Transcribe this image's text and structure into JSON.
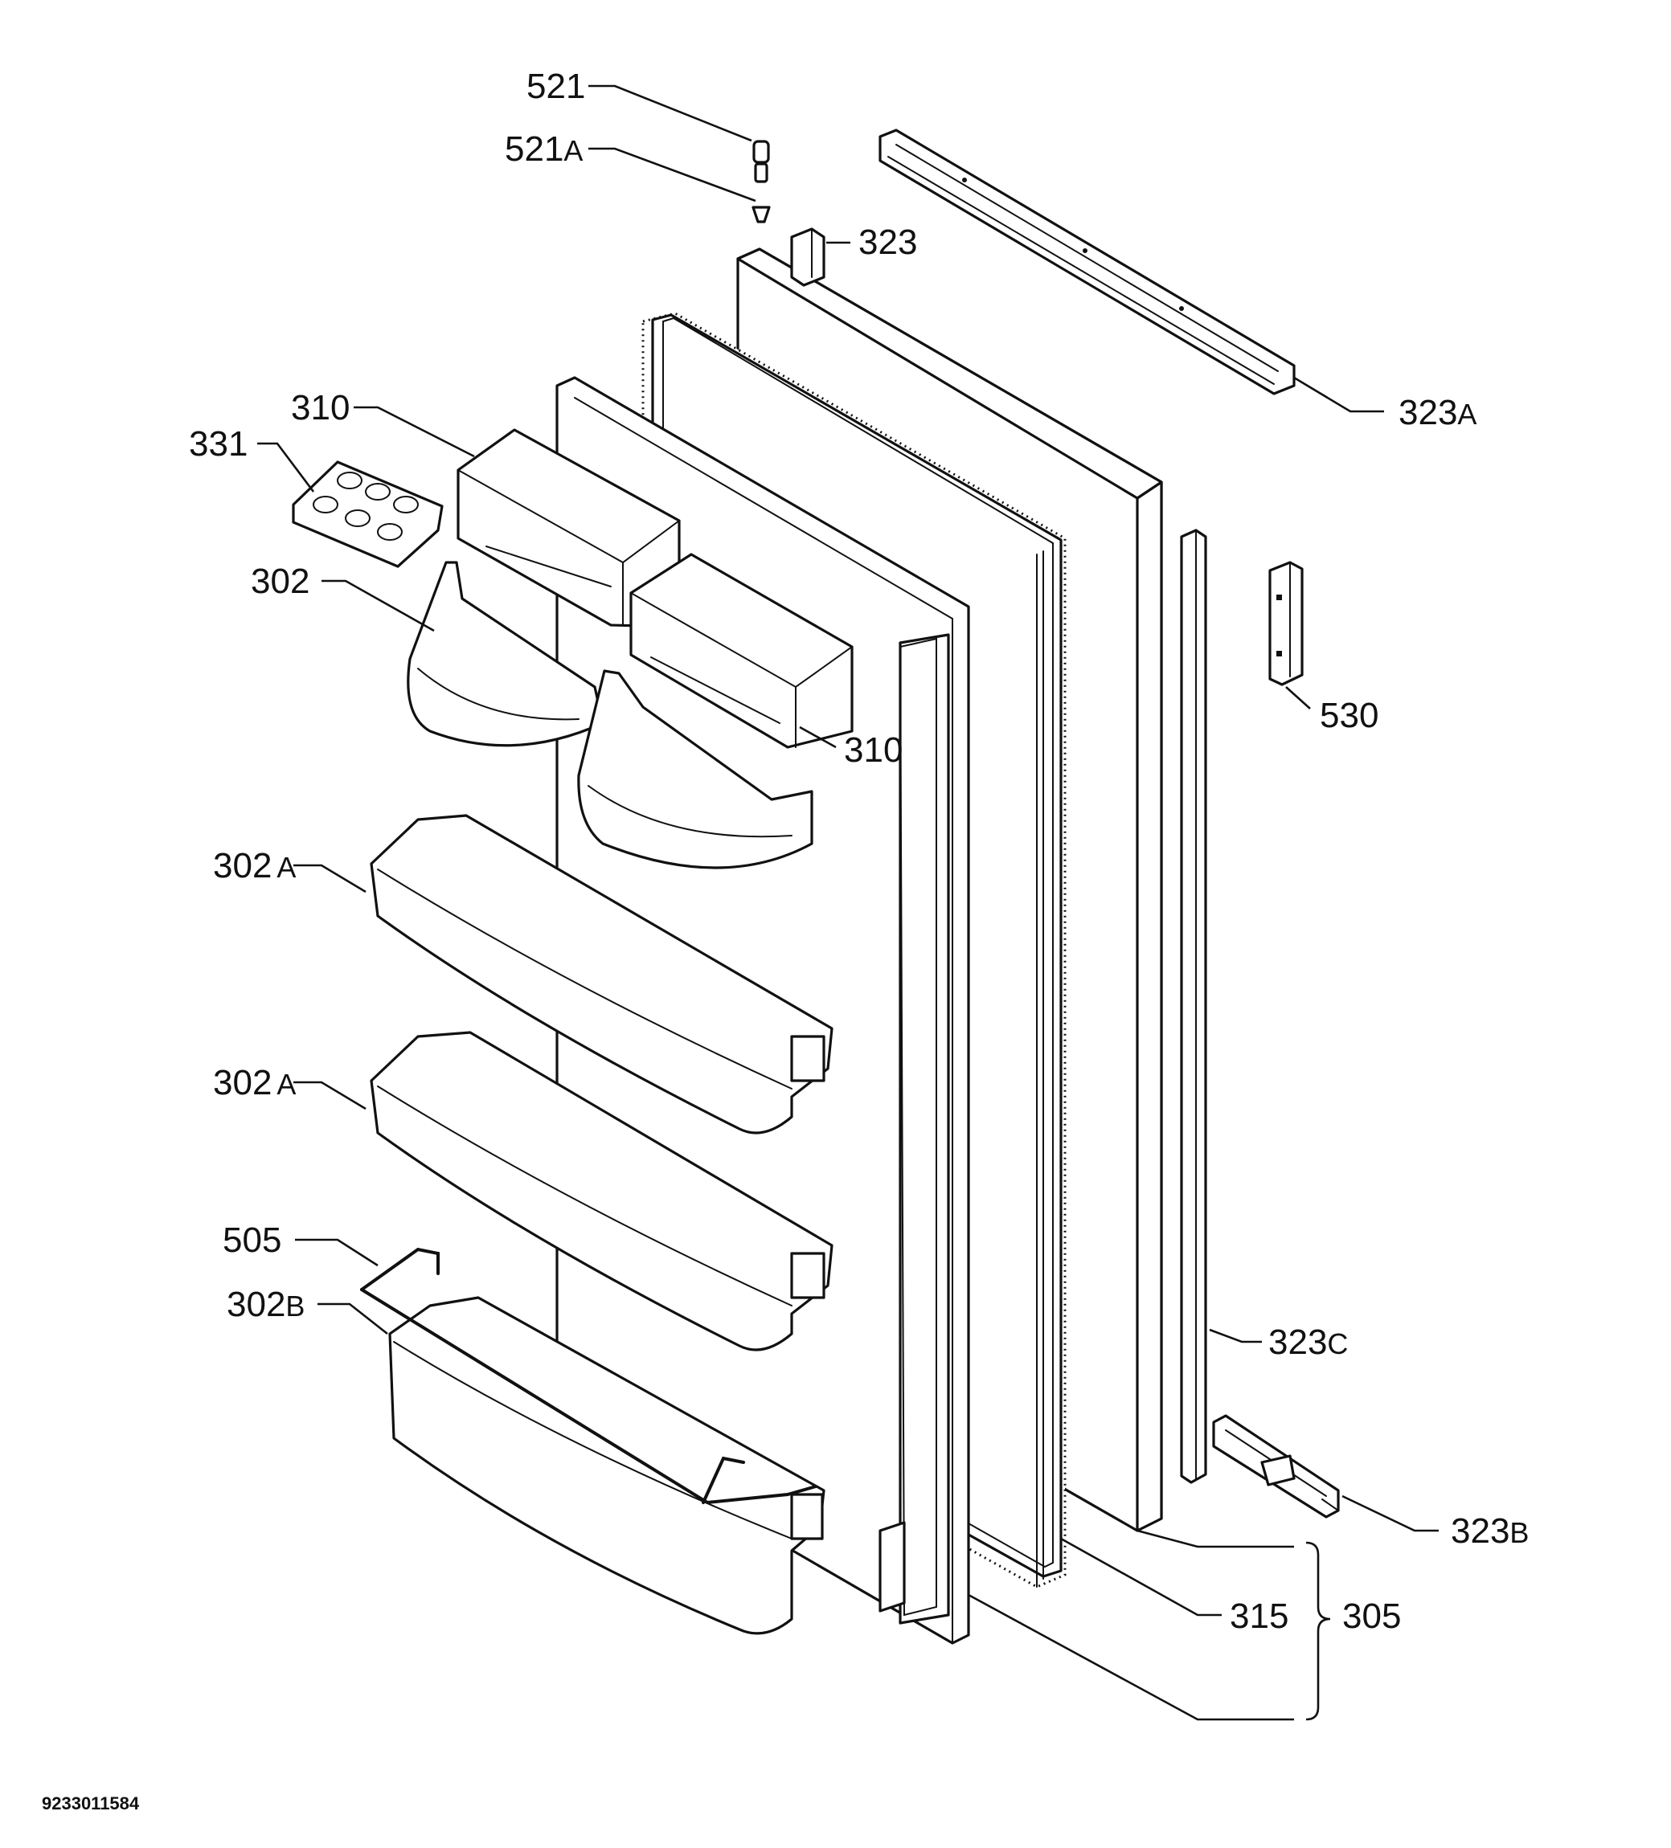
{
  "labels": {
    "l521": "521",
    "l521a": "521",
    "l521a_suffix": "A",
    "l323": "323",
    "l323a": "323",
    "l323a_suffix": "A",
    "l310_top": "310",
    "l331": "331",
    "l302": "302",
    "l310_right": "310",
    "l530": "530",
    "l302a_1": "302",
    "l302a_1_suffix": "A",
    "l302a_2": "302",
    "l302a_2_suffix": "A",
    "l505": "505",
    "l302b": "302",
    "l302b_suffix": "B",
    "l323c": "323",
    "l323c_suffix": "C",
    "l323b": "323",
    "l323b_suffix": "B",
    "l315": "315",
    "l305": "305"
  },
  "drawing_code": "9233011584"
}
